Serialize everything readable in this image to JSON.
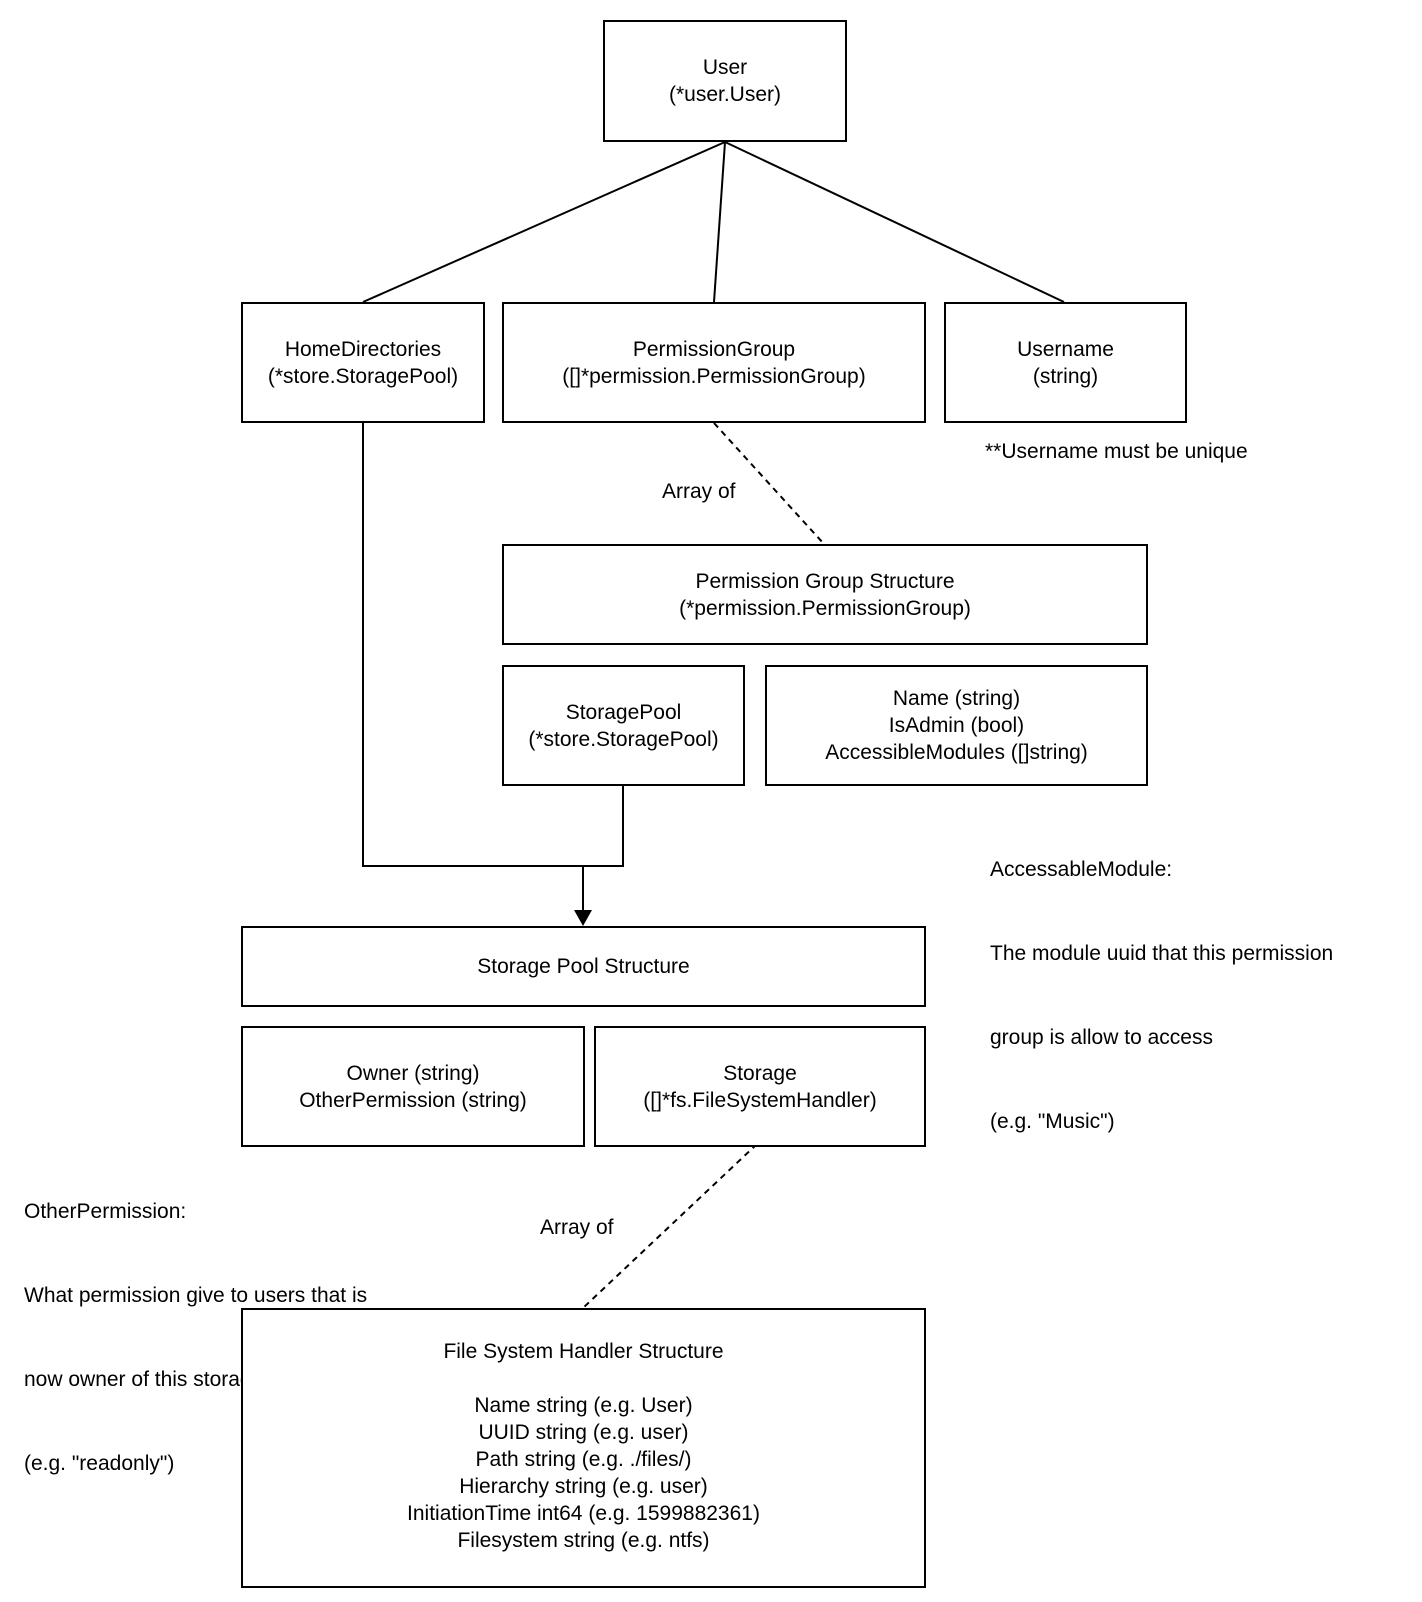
{
  "user": {
    "lines": [
      "User",
      "(*user.User)"
    ]
  },
  "home_directories": {
    "lines": [
      "HomeDirectories",
      "(*store.StoragePool)"
    ]
  },
  "permission_group": {
    "lines": [
      "PermissionGroup",
      "([]*permission.PermissionGroup)"
    ]
  },
  "username": {
    "lines": [
      "Username",
      "(string)"
    ]
  },
  "username_note": "**Username must be unique",
  "array_of_1": "Array of",
  "permission_group_structure": {
    "lines": [
      "Permission Group Structure",
      "(*permission.PermissionGroup)"
    ]
  },
  "storage_pool_field": {
    "lines": [
      "StoragePool",
      "(*store.StoragePool)"
    ]
  },
  "group_fields": {
    "lines": [
      "Name (string)",
      "IsAdmin (bool)",
      "AccessibleModules ([]string)"
    ]
  },
  "accessable_note": {
    "lines": [
      "AccessableModule:",
      "The module uuid that this permission",
      "group is allow to access",
      "(e.g. \"Music\")"
    ]
  },
  "storage_pool_structure": {
    "lines": [
      "Storage Pool Structure"
    ]
  },
  "owner_fields": {
    "lines": [
      "Owner (string)",
      "OtherPermission (string)"
    ]
  },
  "storage_field": {
    "lines": [
      "Storage",
      "([]*fs.FileSystemHandler)"
    ]
  },
  "other_permission_note": {
    "lines": [
      "OtherPermission:",
      "What permission give to users that is",
      "now owner of this storage pool",
      "(e.g. \"readonly\")"
    ]
  },
  "array_of_2": "Array of",
  "fs_handler_structure": {
    "title": "File System Handler Structure",
    "lines": [
      "Name string (e.g. User)",
      "UUID string (e.g. user)",
      "Path string (e.g. ./files/)",
      "Hierarchy string (e.g. user)",
      "InitiationTime int64 (e.g. 1599882361)",
      "Filesystem string (e.g. ntfs)"
    ]
  }
}
